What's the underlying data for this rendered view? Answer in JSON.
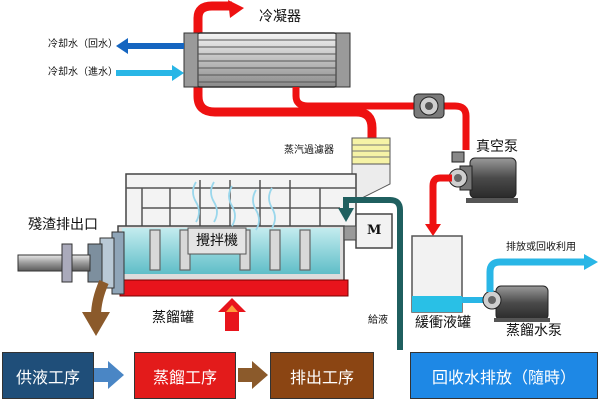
{
  "labels": {
    "condenser": "冷凝器",
    "cooling_return": "冷却水（回水）",
    "cooling_inlet": "冷却水（進水）",
    "vapor_filter": "蒸汽過濾器",
    "vacuum_pump": "真空泵",
    "residue_outlet": "殘渣排出口",
    "agitator": "攪拌機",
    "motor": "M",
    "distill_tank": "蒸餾罐",
    "feed": "給液",
    "buffer_tank": "緩衝液罐",
    "discharge_or_reuse": "排放或回收利用",
    "distilled_water_pump": "蒸餾水泵"
  },
  "process_steps": [
    {
      "label": "供液工序",
      "color": "#1f4e79"
    },
    {
      "label": "蒸餾工序",
      "color": "#e31b1b"
    },
    {
      "label": "排出工序",
      "color": "#8b4513"
    }
  ],
  "recovery_step": {
    "label": "回收水排放（隨時）",
    "color": "#1e88e5"
  },
  "colors": {
    "steam_pipe": "#ee1111",
    "cold_water": "#1565c0",
    "feed_pipe": "#1f5f5f",
    "residue_arrow": "#8b5a2b",
    "heater": "#e8141c",
    "tank_body": "#e6e6e6",
    "water": "#6fd0d8"
  }
}
